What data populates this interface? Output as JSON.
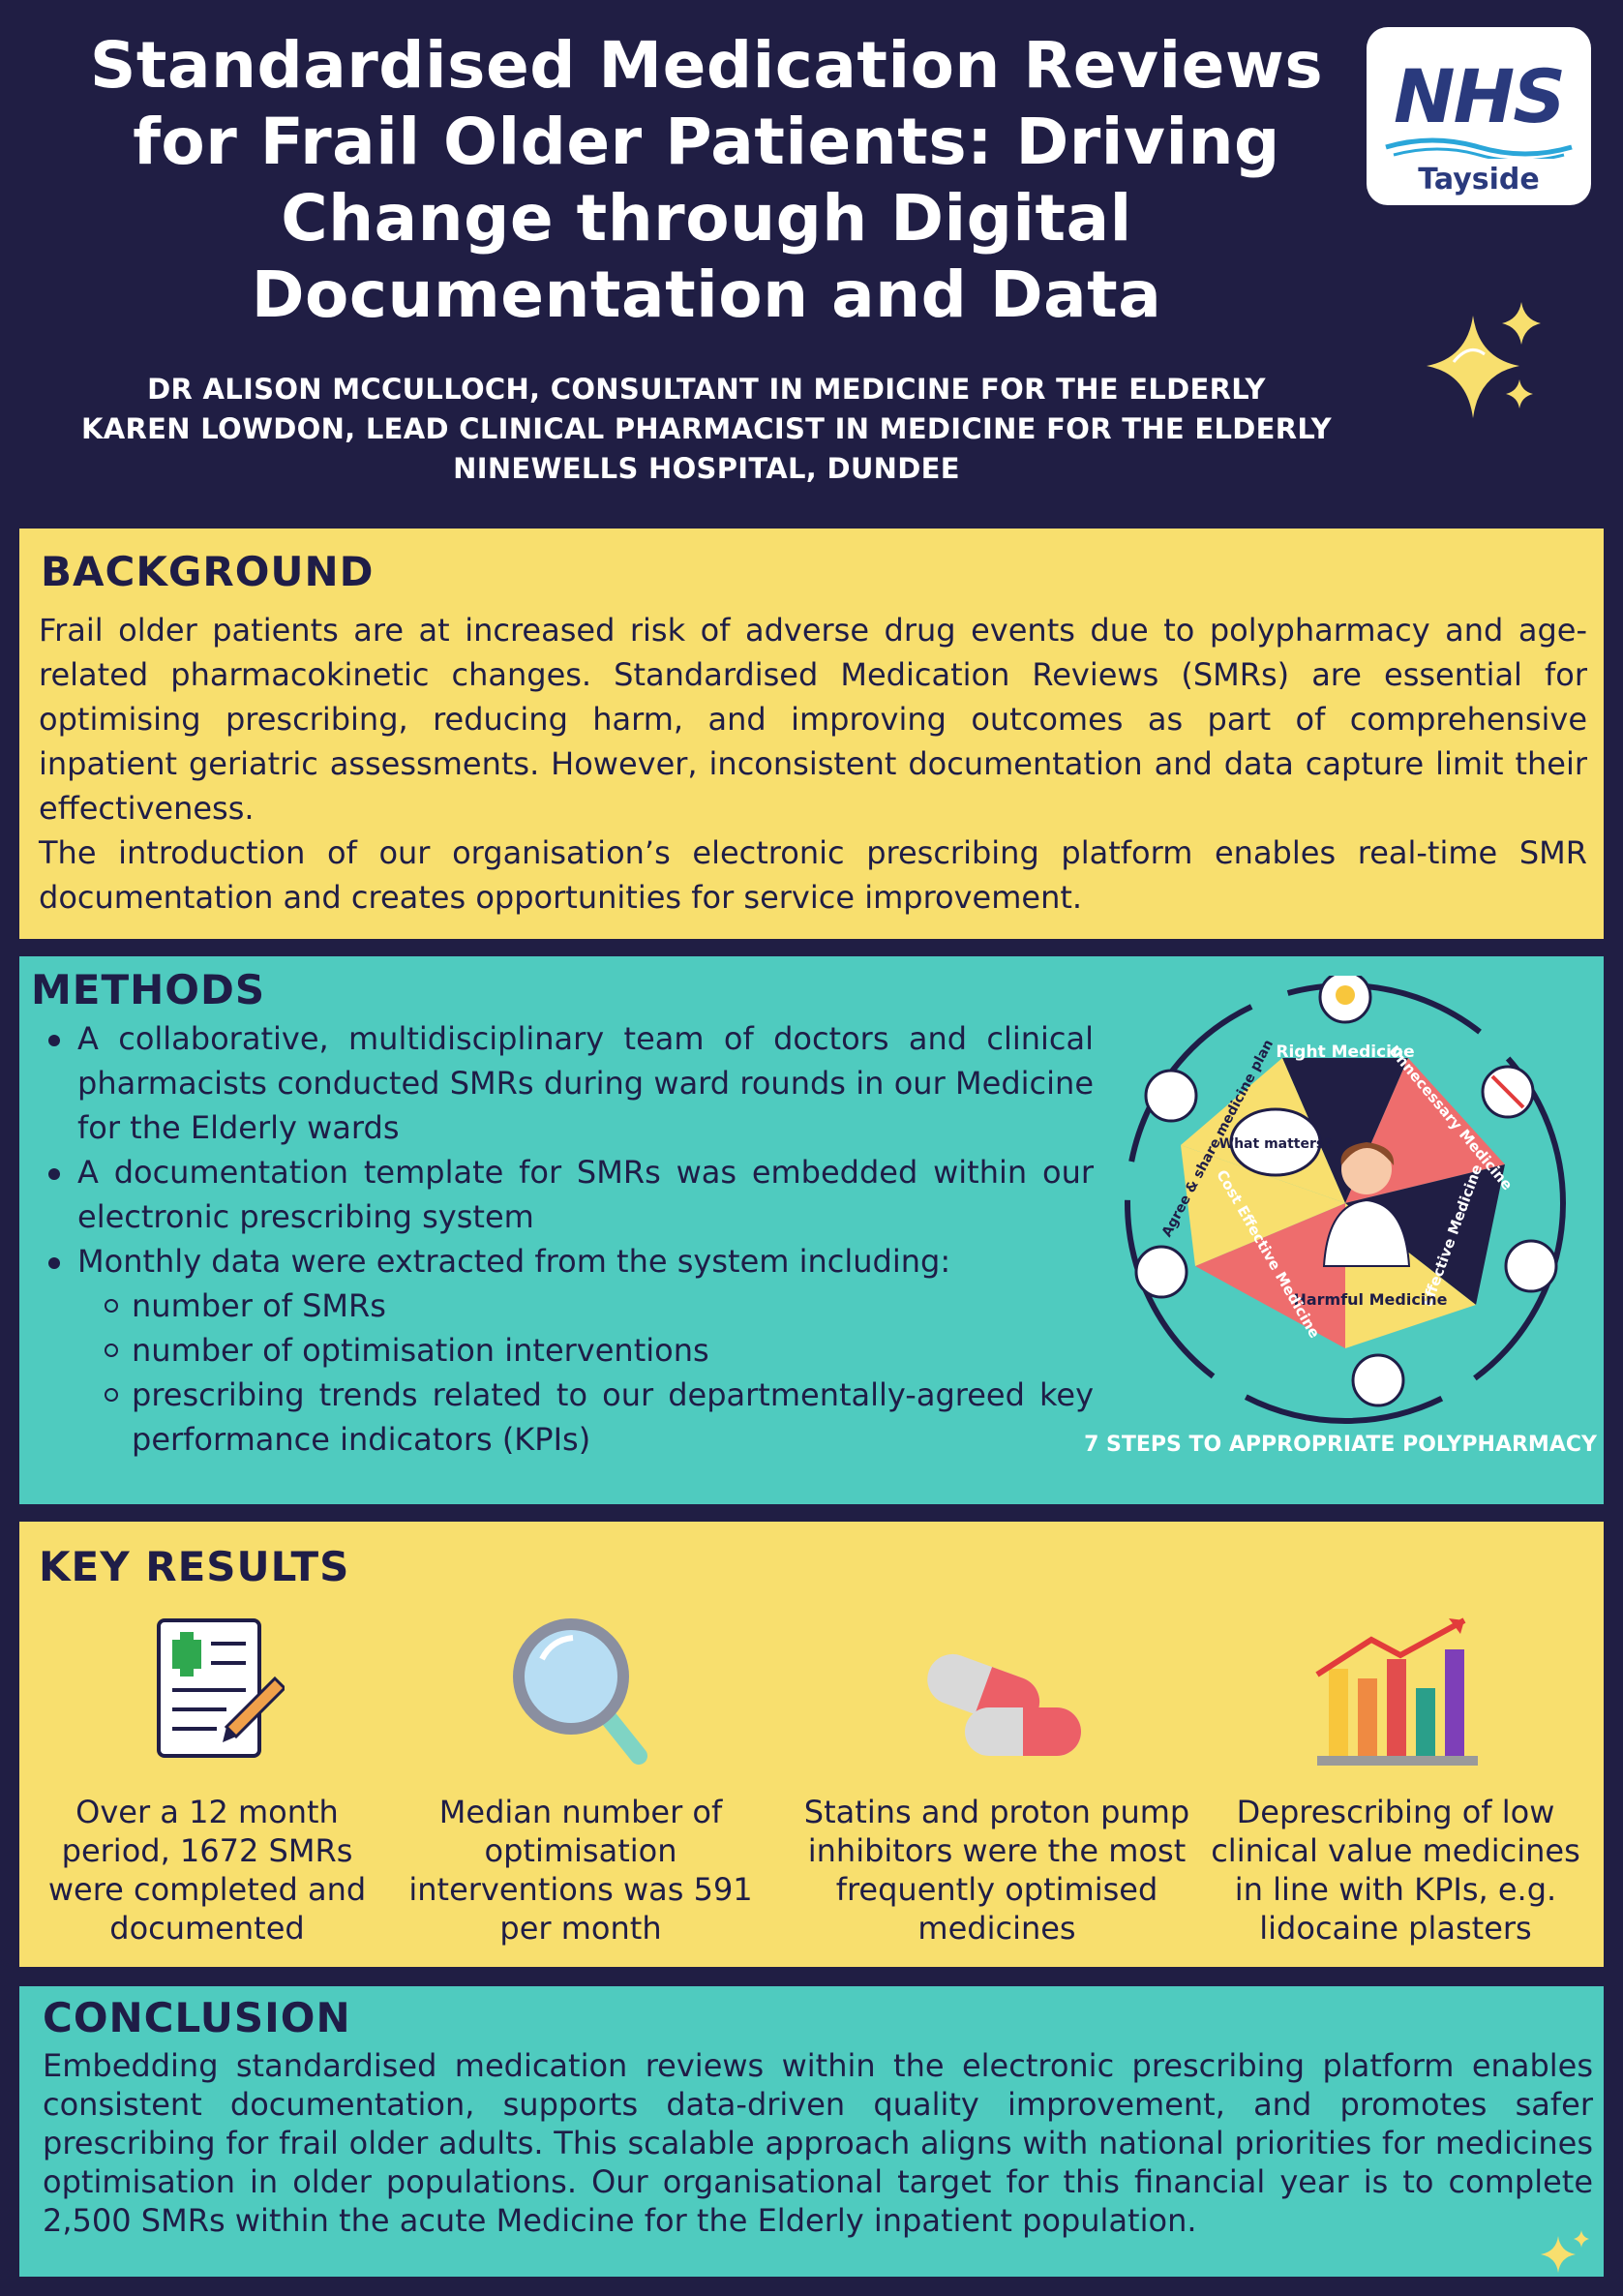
{
  "header": {
    "title": "Standardised Medication Reviews for Frail Older Patients: Driving Change through Digital Documentation and Data",
    "authors": [
      "DR ALISON MCCULLOCH, CONSULTANT IN MEDICINE FOR THE ELDERLY",
      "KAREN LOWDON, LEAD CLINICAL PHARMACIST IN MEDICINE FOR THE ELDERLY",
      "NINEWELLS HOSPITAL, DUNDEE"
    ],
    "logo": {
      "main": "NHS",
      "sub": "Tayside",
      "color": "#2a3a7d"
    }
  },
  "colors": {
    "background": "#201e44",
    "yellow_panel": "#f8df6e",
    "teal_panel": "#4fcbbf",
    "text": "#1f1d47"
  },
  "background": {
    "heading": "BACKGROUND",
    "paragraphs": [
      "Frail older patients are at increased risk of adverse drug events due to polypharmacy and age-related pharmacokinetic changes. Standardised Medication Reviews (SMRs) are essential for optimising prescribing, reducing harm, and improving outcomes as part of comprehensive inpatient geriatric assessments. However, inconsistent documentation and data capture limit their effectiveness.",
      "The introduction of our organisation’s electronic prescribing platform enables real-time SMR documentation and creates opportunities for service improvement."
    ]
  },
  "methods": {
    "heading": "METHODS",
    "bullets": [
      "A collaborative, multidisciplinary team of doctors and clinical pharmacists conducted SMRs during ward rounds in our Medicine for the Elderly wards",
      "A documentation template for SMRs was embedded within our electronic prescribing system",
      "Monthly data were extracted from the system including:"
    ],
    "sub_bullets": [
      "number of SMRs",
      "number of optimisation interventions",
      "prescribing trends related to our departmentally-agreed key performance indicators (KPIs)"
    ],
    "wheel": {
      "center": "What matters?",
      "segments": [
        "Right Medicine",
        "Unnecessary Medicine",
        "Effective Medicine",
        "Harmful Medicine",
        "Cost Effective Medicine",
        "Agree & share medicine plan"
      ],
      "caption": "7 STEPS TO APPROPRIATE POLYPHARMACY"
    }
  },
  "key_results": {
    "heading": "KEY RESULTS",
    "items": [
      {
        "icon": "clipboard-icon",
        "text": "Over a 12 month period, 1672 SMRs were completed and documented"
      },
      {
        "icon": "magnifier-icon",
        "text": "Median number of optimisation interventions was 591 per month"
      },
      {
        "icon": "pills-icon",
        "text": "Statins and proton pump inhibitors were the most frequently optimised medicines"
      },
      {
        "icon": "bar-chart-icon",
        "text": "Deprescribing of low clinical value medicines in line with KPIs, e.g. lidocaine plasters"
      }
    ]
  },
  "conclusion": {
    "heading": "CONCLUSION",
    "text": "Embedding standardised medication reviews within the electronic prescribing platform enables consistent documentation, supports data-driven quality improvement, and promotes safer prescribing for frail older adults. This scalable approach aligns with national priorities for medicines optimisation in older populations. Our organisational target for this financial year is to complete 2,500 SMRs within the acute Medicine for the Elderly inpatient population."
  }
}
